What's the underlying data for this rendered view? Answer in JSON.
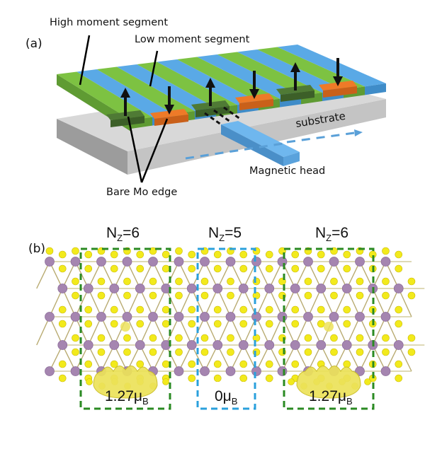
{
  "panel_a": {
    "label": "(a)",
    "high_moment_label": "High moment segment",
    "low_moment_label": "Low moment segment",
    "substrate_label": "substrate",
    "magnetic_head_label": "Magnetic head",
    "bare_edge_label": "Bare Mo edge",
    "colors": {
      "high_moment": "#7dc242",
      "low_moment": "#5aa9e6",
      "substrate": "#cfcfcf",
      "up_block": "#4f7a35",
      "down_block": "#ee7a28",
      "head": "#5aa9e6"
    },
    "edge_moments": [
      "up",
      "down",
      "up",
      "down",
      "up",
      "down"
    ]
  },
  "panel_b": {
    "label": "(b)",
    "regions": [
      {
        "nz_prefix": "N",
        "nz_sub": "Z",
        "nz_value": "=6",
        "moment_value": "1.27μ",
        "moment_sub": "B",
        "color": "#2a8a22"
      },
      {
        "nz_prefix": "N",
        "nz_sub": "Z",
        "nz_value": "=5",
        "moment_value": "0μ",
        "moment_sub": "B",
        "color": "#2aa0dc"
      },
      {
        "nz_prefix": "N",
        "nz_sub": "Z",
        "nz_value": "=6",
        "moment_value": "1.27μ",
        "moment_sub": "B",
        "color": "#2a8a22"
      }
    ],
    "colors": {
      "mo_atom": "#a585b0",
      "s_atom": "#f2ea1c",
      "spin_density": "#ece25a"
    }
  }
}
